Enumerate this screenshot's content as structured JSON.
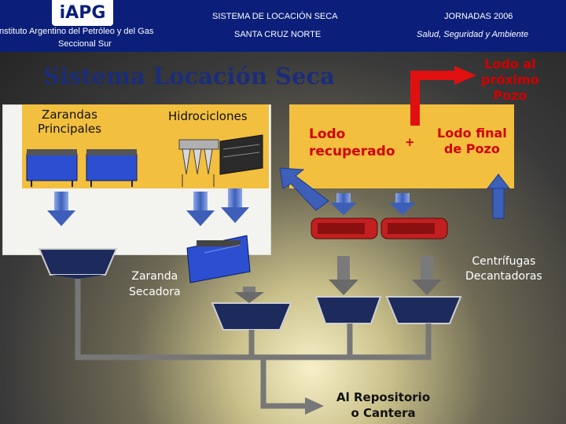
{
  "header": {
    "logo_text": "iAPG",
    "org_line1": "Instituto Argentino del Petróleo y del Gas",
    "org_line2": "Seccional Sur",
    "system_title": "SISTEMA DE LOCACIÓN SECA",
    "region": "SANTA CRUZ NORTE",
    "event": "JORNADAS 2006",
    "event_topic": "Salud, Seguridad y Ambiente"
  },
  "slide_title": "Sistema Locación Seca",
  "labels": {
    "zarandas_principales": [
      "Zarandas",
      "Principales"
    ],
    "hidrociclones": "Hidrociclones",
    "lodo_recuperado": [
      "Lodo",
      "recuperado"
    ],
    "plus": "+",
    "lodo_final": [
      "Lodo final",
      "de Pozo"
    ],
    "lodo_proximo": [
      "Lodo al",
      "próximo",
      "Pozo"
    ],
    "centrifugas": [
      "Centrífugas",
      "Decantadoras"
    ],
    "zaranda_secadora": [
      "Zaranda",
      "Secadora"
    ],
    "repositorio": [
      "Al Repositorio",
      "o Cantera"
    ]
  },
  "colors": {
    "header_bg": "#0b1f7a",
    "panel": "#f2bf3f",
    "title": "#1a2d7a",
    "accent_red": "#d20000",
    "arrow_blue": "#5a78c8",
    "hopper": "#1c2a5c"
  },
  "icons": [
    "shale-shaker-icon",
    "hydrocyclone-icon",
    "centrifuge-icon",
    "dryer-shaker-icon",
    "hopper-icon"
  ]
}
